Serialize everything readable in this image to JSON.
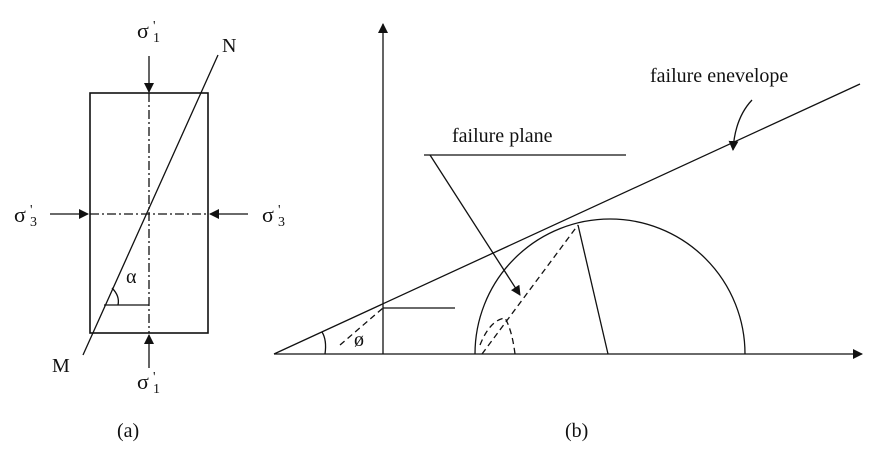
{
  "diagram_a": {
    "sigma1_top": {
      "main": "σ",
      "prime": "'",
      "sub": "1"
    },
    "sigma1_bottom": {
      "main": "σ",
      "prime": "'",
      "sub": "1"
    },
    "sigma3_left": {
      "main": "σ",
      "prime": "'",
      "sub": "3"
    },
    "sigma3_right": {
      "main": "σ",
      "prime": "'",
      "sub": "3"
    },
    "point_n": "N",
    "point_m": "M",
    "angle_alpha": "α",
    "caption": "(a)"
  },
  "diagram_b": {
    "envelope_label": "failure enevelope",
    "plane_label": "failure plane",
    "angle_phi": "ø",
    "caption": "(b)"
  }
}
